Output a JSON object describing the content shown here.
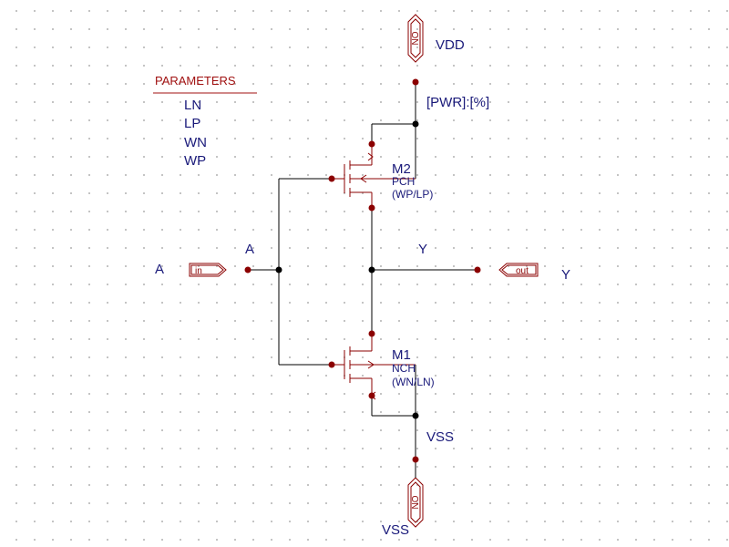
{
  "power": {
    "vdd_symbol_text": "NO",
    "vdd_label": "VDD",
    "vdd_property": "[PWR]:[%]",
    "vss_symbol_text": "NO",
    "vss_net_label": "VSS",
    "vss_label": "VSS"
  },
  "parameters": {
    "title": "PARAMETERS",
    "items": [
      "LN",
      "LP",
      "WN",
      "WP"
    ]
  },
  "transistors": {
    "m2": {
      "name": "M2",
      "model": "PCH",
      "size": "(WP/LP)"
    },
    "m1": {
      "name": "M1",
      "model": "NCH",
      "size": "(WN/LN)"
    }
  },
  "ports": {
    "input": {
      "text": "in",
      "label": "A",
      "net_label": "A"
    },
    "output": {
      "text": "out",
      "label": "Y",
      "net_label": "Y"
    }
  },
  "colors": {
    "wire": "#000000",
    "symbol": "#8b0000",
    "label": "#1a1a7a",
    "parameter": "#a01010"
  }
}
